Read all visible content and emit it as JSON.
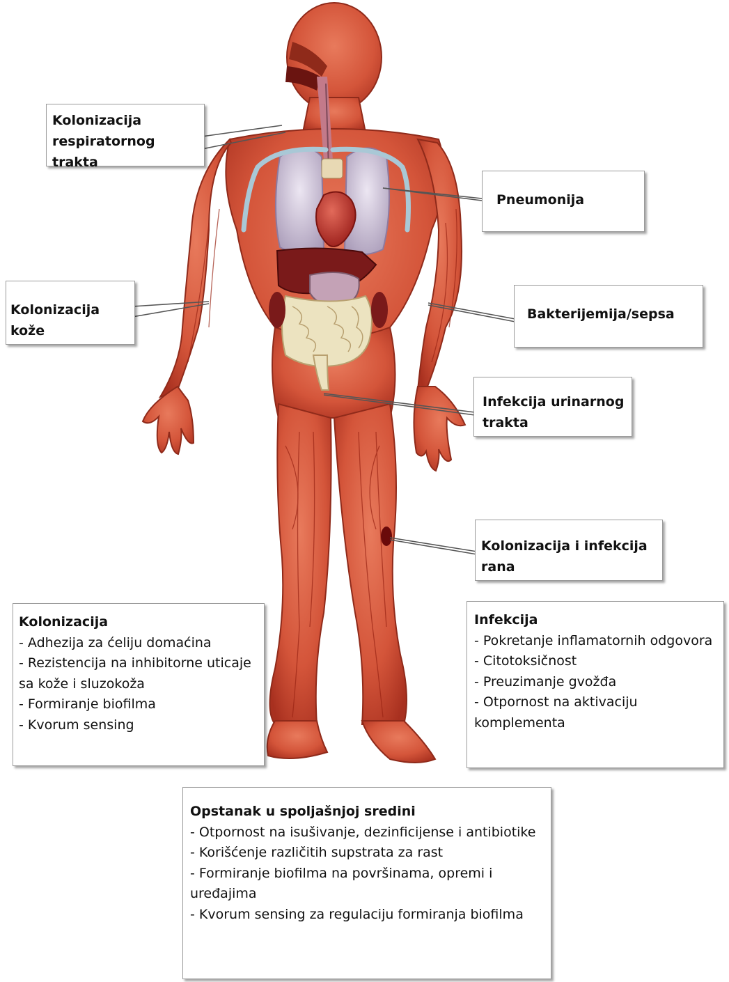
{
  "callouts": {
    "respiratory": {
      "line1": "Kolonizacija",
      "line2": "respiratornog trakta"
    },
    "pneumonia": {
      "text": "Pneumonija"
    },
    "skin": {
      "text": "Kolonizacija kože"
    },
    "bacteremia": {
      "text": "Bakterijemija/sepsa"
    },
    "urinary": {
      "line1": "Infekcija urinarnog",
      "line2": "trakta"
    },
    "wound": {
      "line1": "Kolonizacija i infekcija",
      "line2": "rana"
    }
  },
  "colonization_box": {
    "title": "Kolonizacija",
    "items": [
      "Adhezija za ćeliju domaćina",
      "Rezistencija na inhibitorne uticaje sa kože i sluzokoža",
      "Formiranje biofilma",
      "Kvorum sensing"
    ]
  },
  "infection_box": {
    "title": "Infekcija",
    "items": [
      "Pokretanje inflamatornih odgovora",
      "Citotoksičnost",
      "Preuzimanje gvožđa",
      "Otpornost na aktivaciju komplementa"
    ]
  },
  "environment_box": {
    "title": "Opstanak u spoljašnjoj sredini",
    "items": [
      "Otpornost na isušivanje, dezinficijense i antibiotike",
      "Korišćenje različitih supstrata za rast",
      "Formiranje biofilma na površinama, opremi i uređajima",
      "Kvorum sensing za regulaciju formiranja biofilma"
    ]
  },
  "colors": {
    "skin": "#d4553a",
    "skin_dark": "#a8301f",
    "lung": "#c9bfd6",
    "heart": "#c0302a",
    "liver": "#7a1a1a",
    "intestine": "#ece3c0",
    "airway": "#a9c8d6"
  }
}
